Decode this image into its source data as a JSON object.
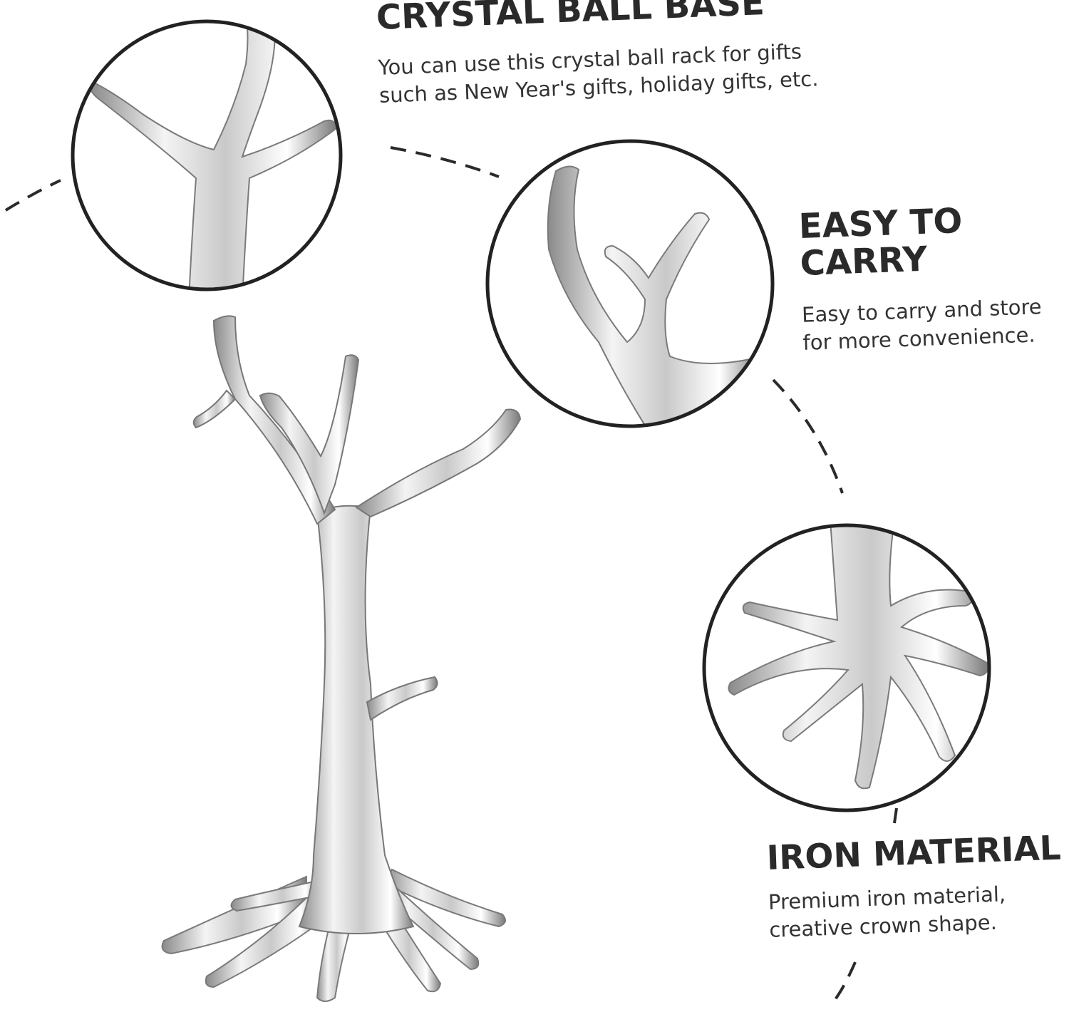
{
  "colors": {
    "background": "#ffffff",
    "text": "#2a2a2a",
    "circle_stroke": "#222222",
    "silver_light": "#f2f2f2",
    "silver_mid": "#bdbdbd",
    "silver_dark": "#6e6e6e"
  },
  "sections": {
    "crystal": {
      "title": "CRYSTAL BALL BASE",
      "desc_lines": [
        "You can use this crystal ball rack for gifts",
        "such as New Year's gifts, holiday gifts, etc."
      ]
    },
    "carry": {
      "title_lines": [
        "EASY TO",
        "CARRY"
      ],
      "desc_lines": [
        "Easy to carry and store",
        "for more convenience."
      ]
    },
    "iron": {
      "title": "IRON MATERIAL",
      "desc_lines": [
        "Premium iron material,",
        "creative crown shape."
      ]
    }
  },
  "images": {
    "main": "silver-tree-stand",
    "detail_top": "tree-fork-closeup",
    "detail_middle": "tree-branches-closeup",
    "detail_bottom": "tree-roots-closeup"
  }
}
